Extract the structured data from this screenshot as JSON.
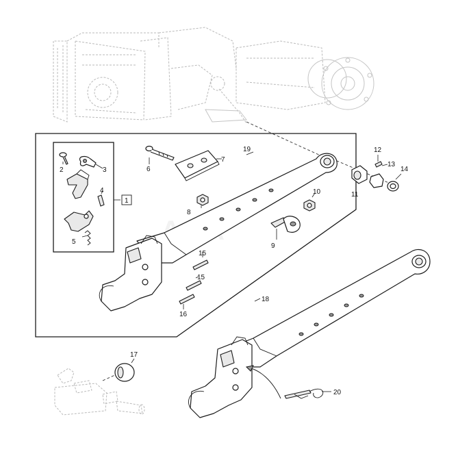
{
  "callouts": [
    {
      "id": "c1",
      "text": "1"
    },
    {
      "id": "c2",
      "text": "2"
    },
    {
      "id": "c3",
      "text": "3"
    },
    {
      "id": "c4",
      "text": "4"
    },
    {
      "id": "c5",
      "text": "5"
    },
    {
      "id": "c6",
      "text": "6"
    },
    {
      "id": "c7",
      "text": "7"
    },
    {
      "id": "c8",
      "text": "8"
    },
    {
      "id": "c9",
      "text": "9"
    },
    {
      "id": "c10",
      "text": "10"
    },
    {
      "id": "c11",
      "text": "11"
    },
    {
      "id": "c12",
      "text": "12"
    },
    {
      "id": "c13",
      "text": "13"
    },
    {
      "id": "c14",
      "text": "14"
    },
    {
      "id": "c15a",
      "text": "15"
    },
    {
      "id": "c15b",
      "text": "15"
    },
    {
      "id": "c16",
      "text": "16"
    },
    {
      "id": "c17",
      "text": "17"
    },
    {
      "id": "c18",
      "text": "18"
    },
    {
      "id": "c19",
      "text": "19"
    },
    {
      "id": "c20",
      "text": "20"
    }
  ]
}
